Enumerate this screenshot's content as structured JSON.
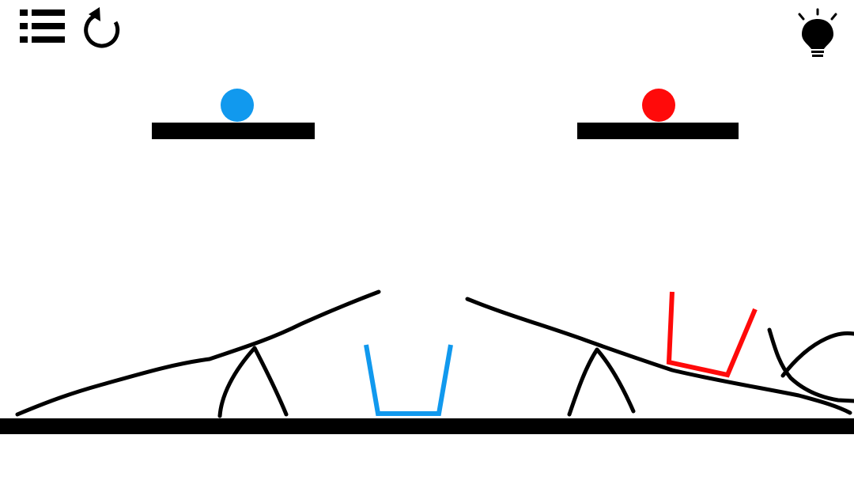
{
  "colors": {
    "background": "#ffffff",
    "ink": "#000000",
    "blue": "#1199ee",
    "red": "#ff0a0a"
  },
  "hud": {
    "menu_icon": "list-menu-icon",
    "restart_icon": "restart-icon",
    "hint_icon": "lightbulb-icon"
  },
  "level": {
    "balls": [
      {
        "color": "blue"
      },
      {
        "color": "red"
      }
    ],
    "cups": [
      {
        "color": "blue"
      },
      {
        "color": "red"
      }
    ]
  }
}
